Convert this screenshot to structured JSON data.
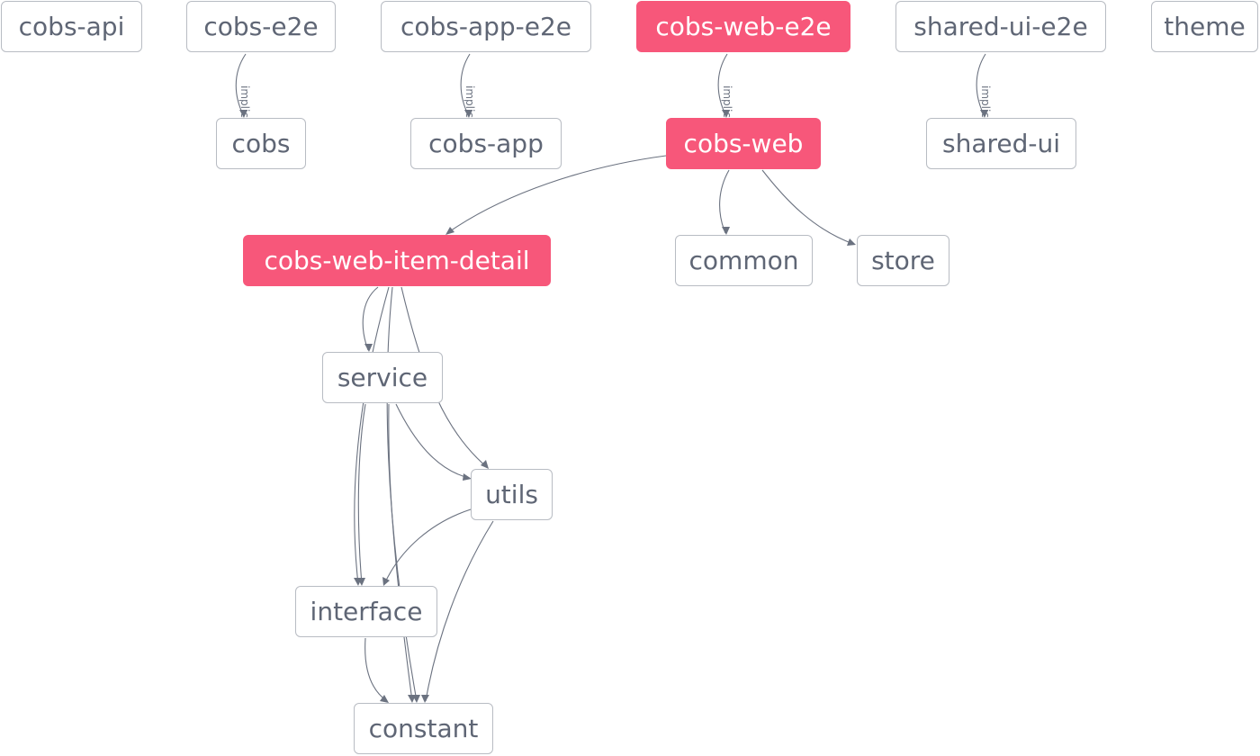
{
  "graph": {
    "nodes": [
      {
        "id": "cobs-api",
        "label": "cobs-api",
        "highlighted": false
      },
      {
        "id": "cobs-e2e",
        "label": "cobs-e2e",
        "highlighted": false
      },
      {
        "id": "cobs-app-e2e",
        "label": "cobs-app-e2e",
        "highlighted": false
      },
      {
        "id": "cobs-web-e2e",
        "label": "cobs-web-e2e",
        "highlighted": true
      },
      {
        "id": "shared-ui-e2e",
        "label": "shared-ui-e2e",
        "highlighted": false
      },
      {
        "id": "theme",
        "label": "theme",
        "highlighted": false
      },
      {
        "id": "cobs",
        "label": "cobs",
        "highlighted": false
      },
      {
        "id": "cobs-app",
        "label": "cobs-app",
        "highlighted": false
      },
      {
        "id": "cobs-web",
        "label": "cobs-web",
        "highlighted": true
      },
      {
        "id": "shared-ui",
        "label": "shared-ui",
        "highlighted": false
      },
      {
        "id": "cobs-web-item-detail",
        "label": "cobs-web-item-detail",
        "highlighted": true
      },
      {
        "id": "common",
        "label": "common",
        "highlighted": false
      },
      {
        "id": "store",
        "label": "store",
        "highlighted": false
      },
      {
        "id": "service",
        "label": "service",
        "highlighted": false
      },
      {
        "id": "utils",
        "label": "utils",
        "highlighted": false
      },
      {
        "id": "interface",
        "label": "interface",
        "highlighted": false
      },
      {
        "id": "constant",
        "label": "constant",
        "highlighted": false
      }
    ],
    "edges": [
      {
        "from": "cobs-e2e",
        "to": "cobs",
        "label": "implicit"
      },
      {
        "from": "cobs-app-e2e",
        "to": "cobs-app",
        "label": "implicit"
      },
      {
        "from": "cobs-web-e2e",
        "to": "cobs-web",
        "label": "implicit"
      },
      {
        "from": "shared-ui-e2e",
        "to": "shared-ui",
        "label": "implicit"
      },
      {
        "from": "cobs-web",
        "to": "cobs-web-item-detail",
        "label": ""
      },
      {
        "from": "cobs-web",
        "to": "common",
        "label": ""
      },
      {
        "from": "cobs-web",
        "to": "store",
        "label": ""
      },
      {
        "from": "cobs-web-item-detail",
        "to": "service",
        "label": ""
      },
      {
        "from": "cobs-web-item-detail",
        "to": "interface",
        "label": ""
      },
      {
        "from": "cobs-web-item-detail",
        "to": "constant",
        "label": ""
      },
      {
        "from": "cobs-web-item-detail",
        "to": "utils",
        "label": ""
      },
      {
        "from": "service",
        "to": "interface",
        "label": ""
      },
      {
        "from": "service",
        "to": "constant",
        "label": ""
      },
      {
        "from": "service",
        "to": "utils",
        "label": ""
      },
      {
        "from": "utils",
        "to": "interface",
        "label": ""
      },
      {
        "from": "utils",
        "to": "constant",
        "label": ""
      },
      {
        "from": "interface",
        "to": "constant",
        "label": ""
      }
    ],
    "colors": {
      "highlight": "#f7577a",
      "node_border": "#b8bcc3",
      "node_text": "#5f6675",
      "edge": "#6b7280"
    }
  }
}
